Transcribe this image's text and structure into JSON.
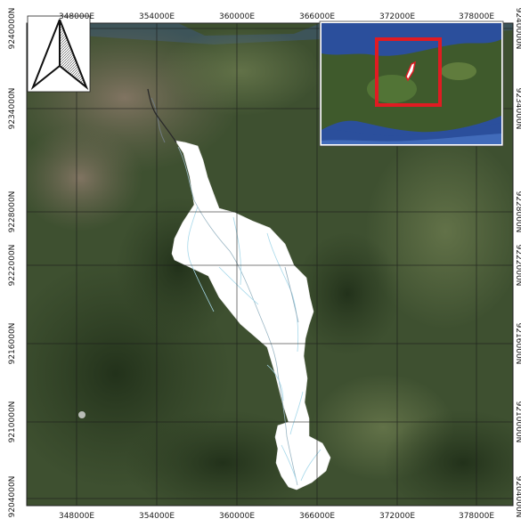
{
  "map": {
    "grid": {
      "top_labels": [
        "348000E",
        "354000E",
        "360000E",
        "366000E",
        "372000E",
        "378000E"
      ],
      "bottom_labels": [
        "348000E",
        "354000E",
        "360000E",
        "366000E",
        "372000E",
        "378000E"
      ],
      "left_labels": [
        "9240000N",
        "9234000N",
        "9228000N",
        "9222000N",
        "9216000N",
        "9210000N",
        "9204000N"
      ],
      "right_labels": [
        "9240000N",
        "9234000N",
        "9228000N",
        "9222000N",
        "9216000N",
        "9210000N",
        "9204000N"
      ]
    },
    "north_arrow_icon": "north-arrow-icon",
    "layers": [
      "satellite-imagery",
      "catchment-boundary",
      "river-network",
      "coordinate-grid"
    ],
    "inset": {
      "icon": "locator-inset-map",
      "highlight_color": "#e01b22"
    },
    "colors": {
      "vegetation": "#3b4f2e",
      "catchment": "#ffffff",
      "rivers": "#a6d8ea",
      "sea": "#2b4f9c",
      "highlight": "#e01b22"
    }
  }
}
